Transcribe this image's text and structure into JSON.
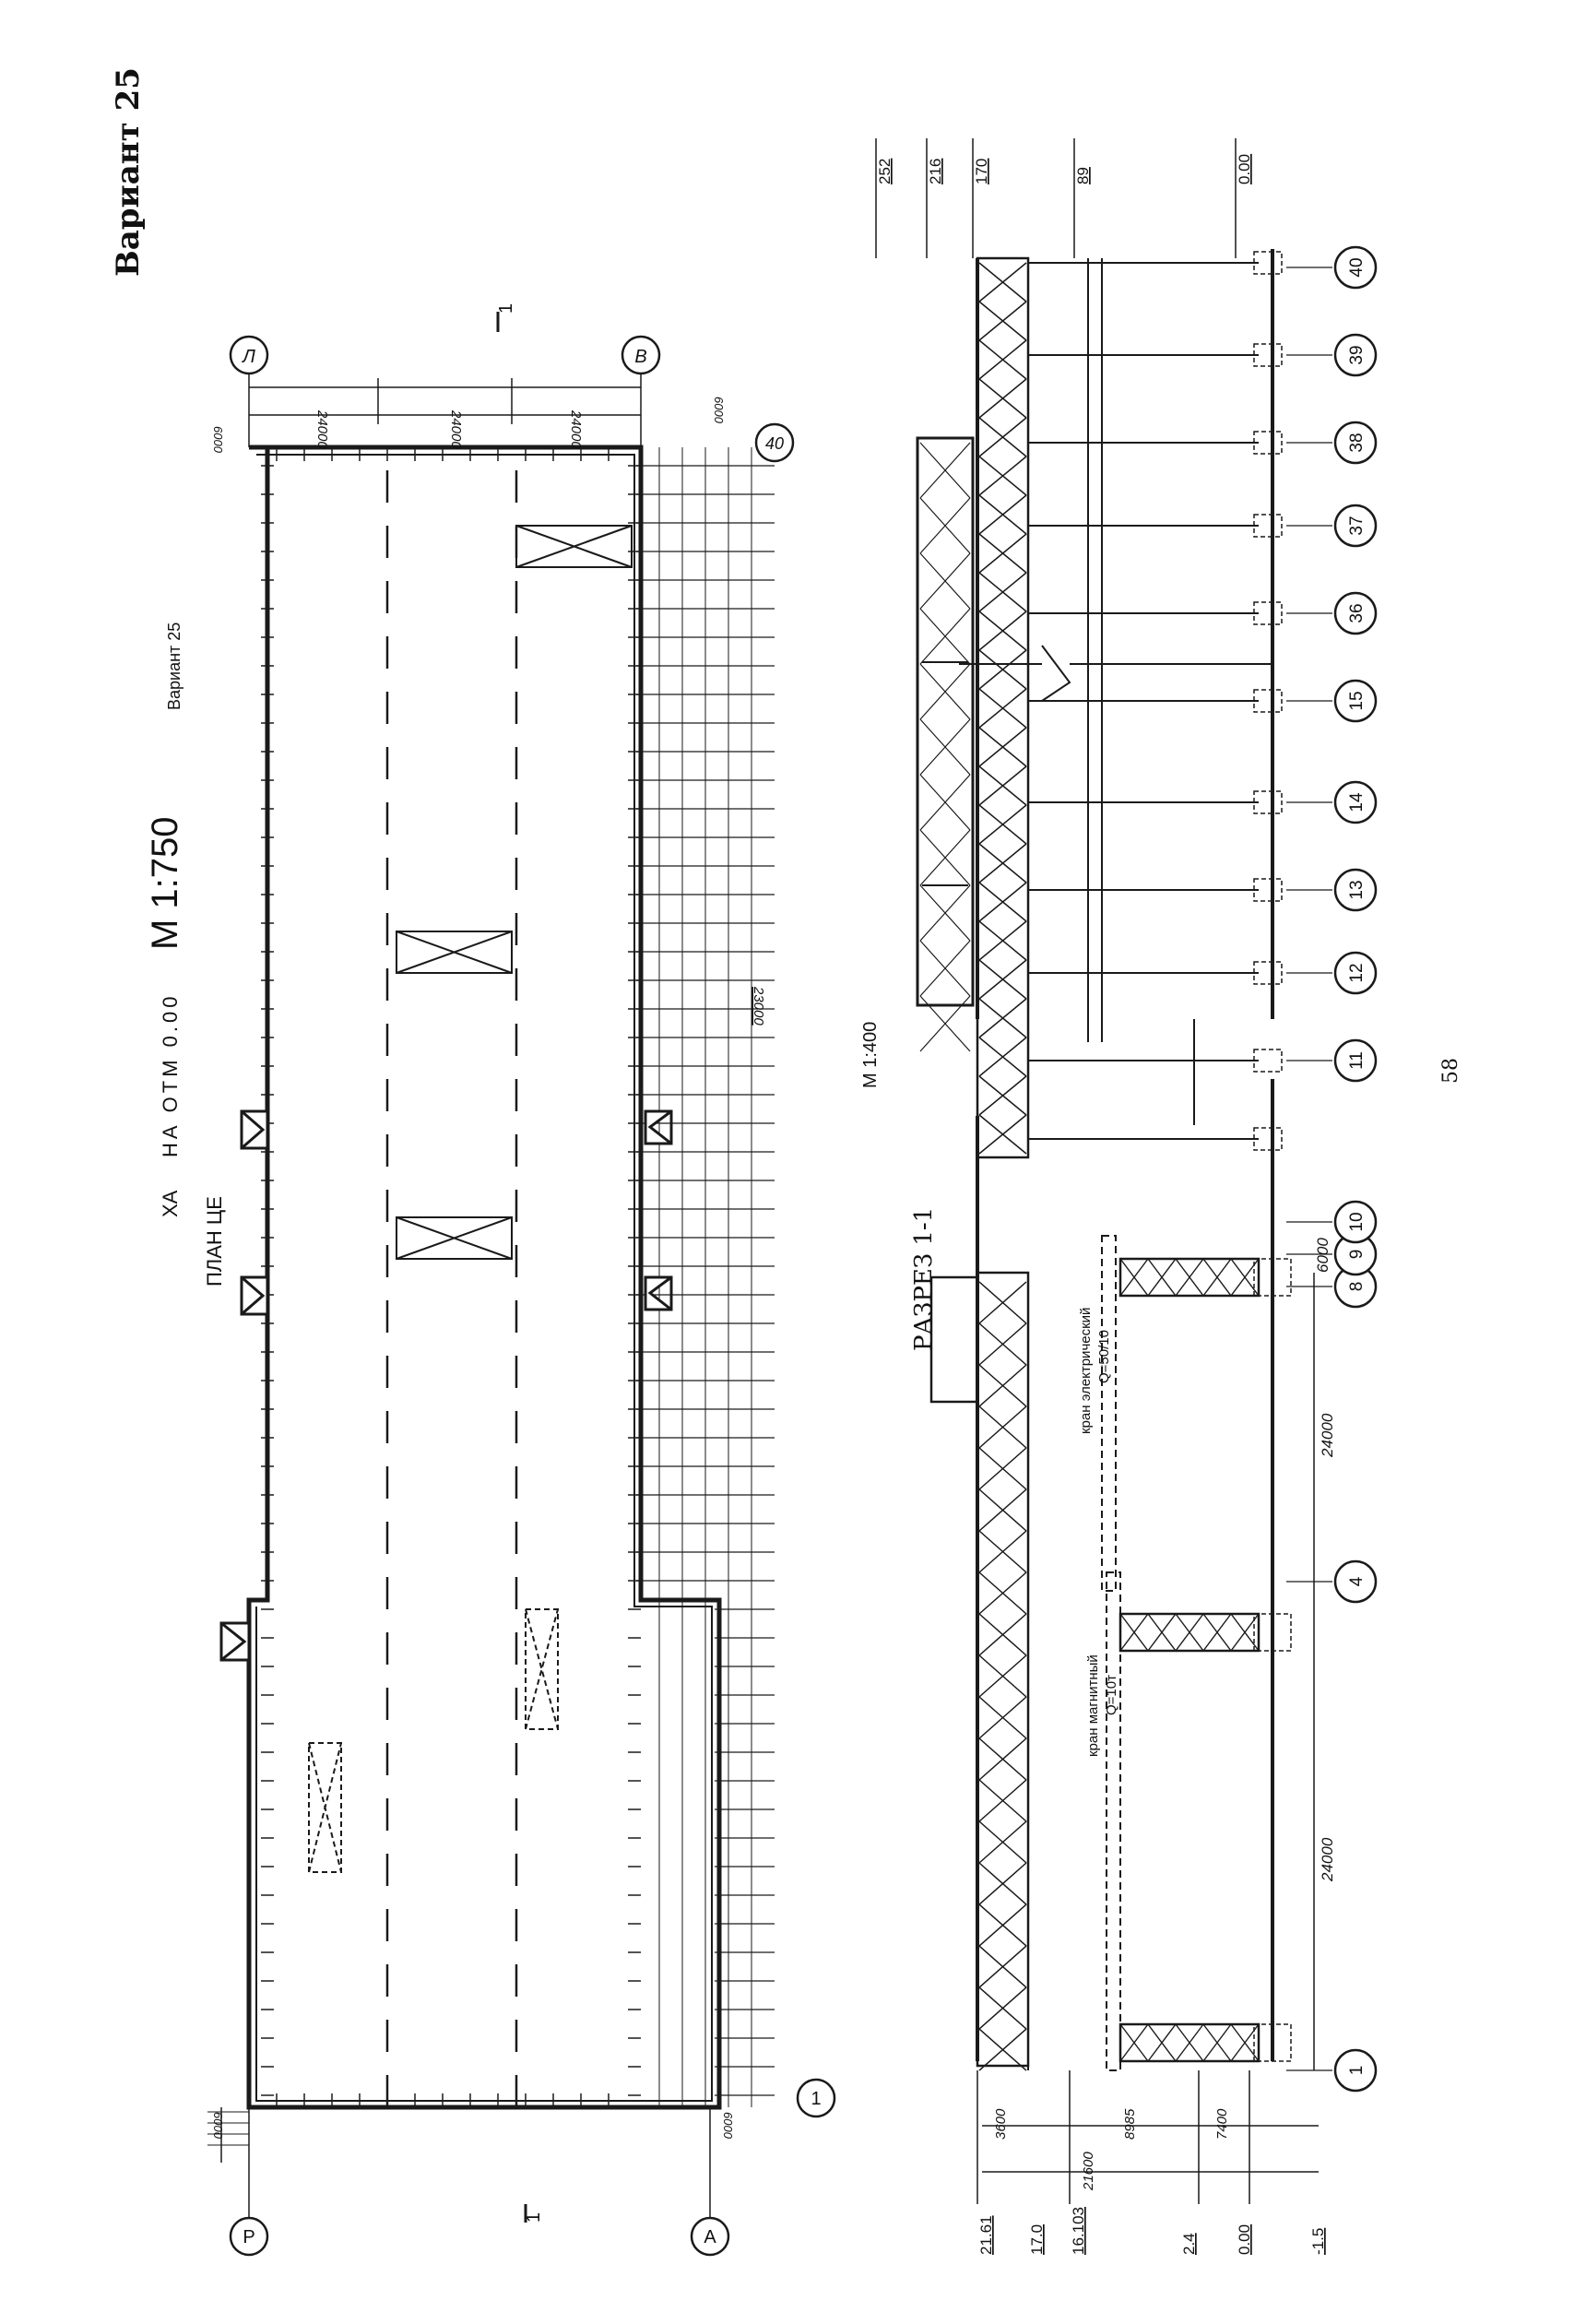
{
  "header": {
    "variant": "Вариант 25",
    "page_number": "58"
  },
  "plan": {
    "title_part1": "ПЛАН ЦЕ",
    "title_part2": "ХА",
    "title_level": "НА ОТМ 0.00",
    "scale": "М 1:750",
    "variant_label": "Вариант 25",
    "row_axes": [
      "Р",
      "А",
      "Л",
      "В"
    ],
    "column_axes": [
      "1",
      "40"
    ],
    "dims_right": [
      "24000",
      "24000",
      "24000"
    ],
    "dims_left": "6000",
    "dim_corner": "6000",
    "dim_bottom": "6000",
    "dim_span": "23000",
    "section_mark": "1"
  },
  "section": {
    "title": "РАЗРЕЗ 1-1",
    "scale": "М 1:400",
    "column_axes": [
      "1",
      "4",
      "8",
      "9",
      "10",
      "11",
      "12",
      "13",
      "14",
      "15",
      "36",
      "37",
      "38",
      "39",
      "40"
    ],
    "spans": [
      "24000",
      "24000",
      "6000"
    ],
    "crane1": [
      "кран магнитный",
      "Q=10т"
    ],
    "crane2": [
      "кран электрический",
      "Q=50/10"
    ],
    "levels_left": [
      "21.61",
      "17.0",
      "16.103",
      "2.4",
      "0.00",
      "-1.5"
    ],
    "dims_left": [
      "3600",
      "8985",
      "7400",
      "21600"
    ],
    "levels_right": [
      "252",
      "216",
      "170",
      "89",
      "0.00"
    ]
  }
}
